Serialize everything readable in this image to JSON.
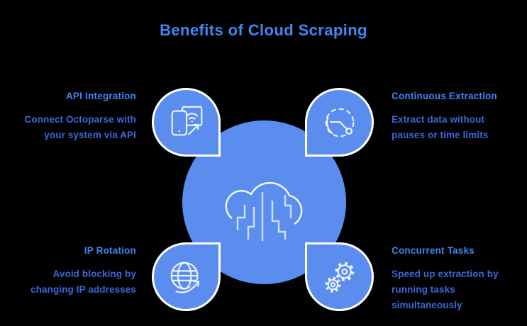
{
  "title": "Benefits of Cloud Scraping",
  "colors": {
    "background": "#000000",
    "shape_blue": "#5b8def",
    "title_blue": "#4285f4",
    "heading_blue": "#4285f4",
    "body_blue": "#3a68d8",
    "icon_stroke": "#ffffff"
  },
  "center": {
    "icon": "cloud-data-icon"
  },
  "quadrants": [
    {
      "id": "api-integration",
      "position": "top-left",
      "icon": "phone-api-icon",
      "heading": "API Integration",
      "body_lines": [
        "Connect Octoparse with",
        "your system via API"
      ]
    },
    {
      "id": "continuous-extraction",
      "position": "top-right",
      "icon": "timer-icon",
      "heading": "Continuous Extraction",
      "body_lines": [
        "Extract data without",
        "pauses or time limits"
      ]
    },
    {
      "id": "ip-rotation",
      "position": "bottom-left",
      "icon": "globe-rotation-icon",
      "heading": "IP Rotation",
      "body_lines": [
        "Avoid blocking by",
        "changing IP addresses"
      ]
    },
    {
      "id": "concurrent-tasks",
      "position": "bottom-right",
      "icon": "gears-icon",
      "heading": "Concurrent Tasks",
      "body_lines": [
        "Speed up extraction by",
        "running tasks",
        "simultaneously"
      ]
    }
  ]
}
